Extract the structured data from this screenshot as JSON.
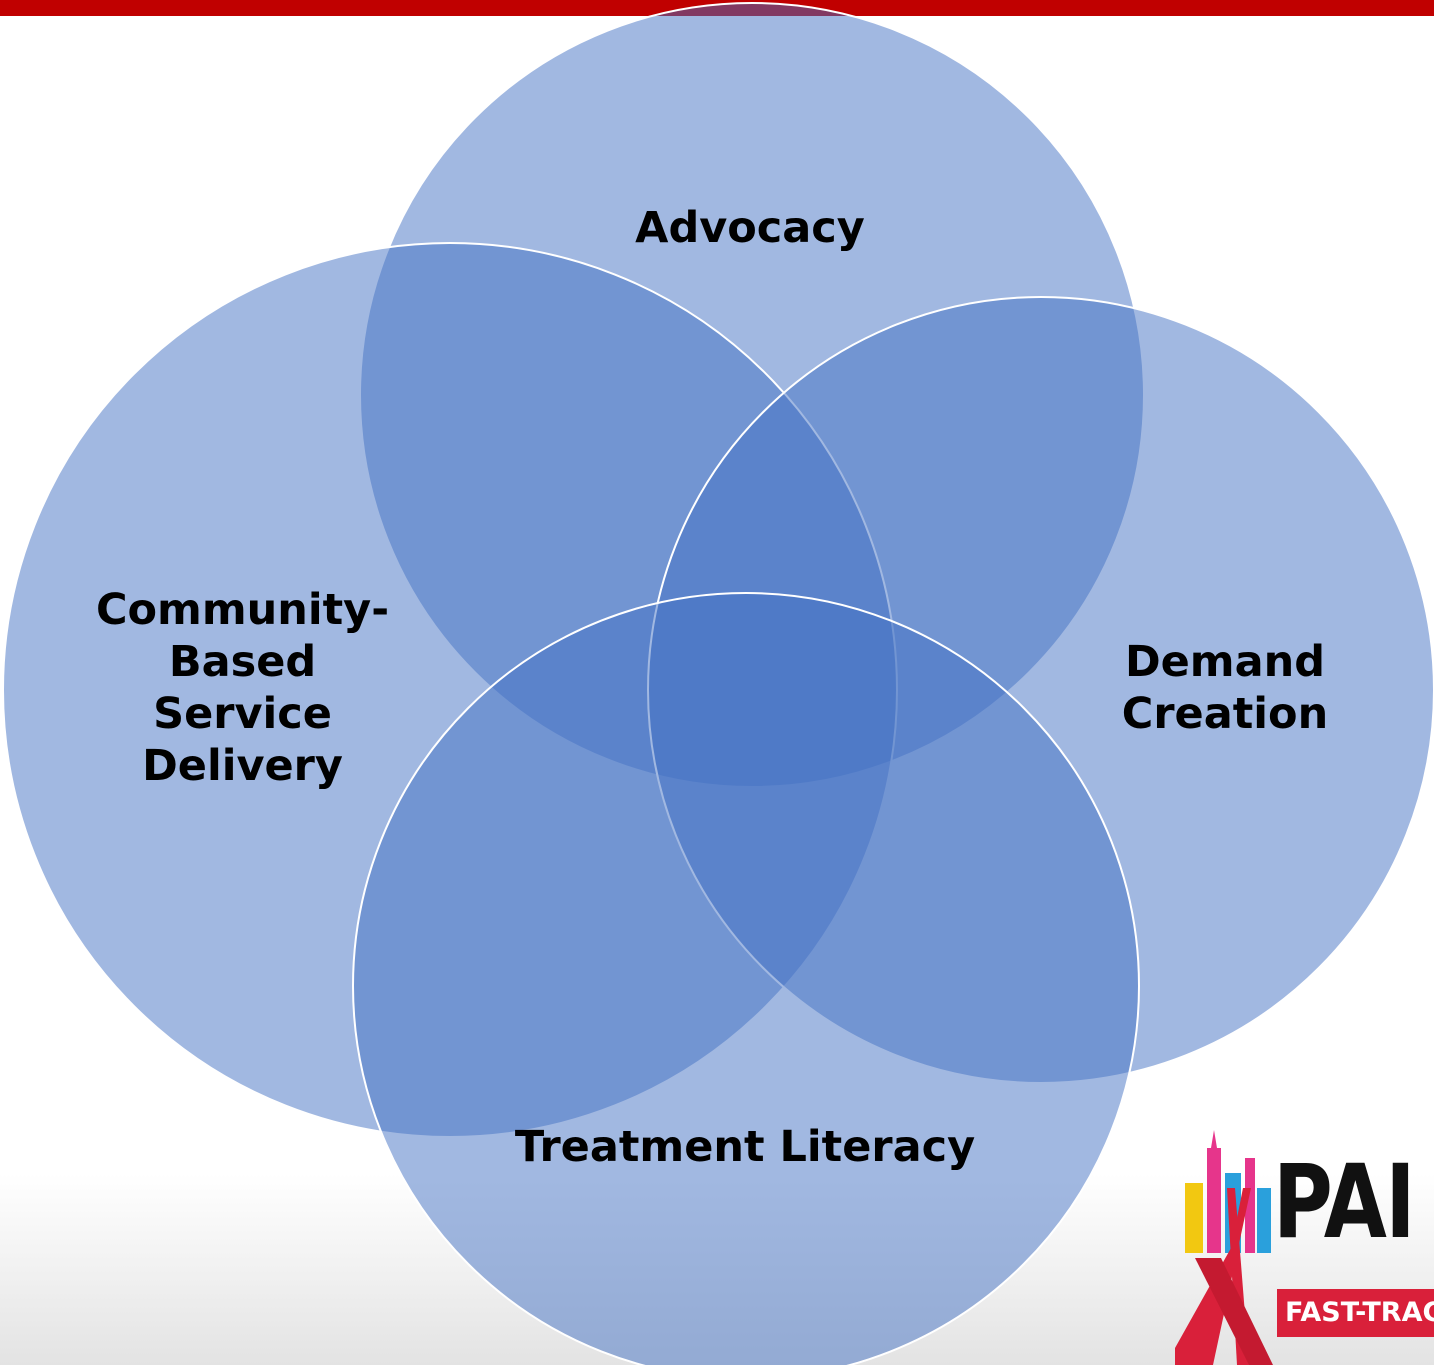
{
  "colors": {
    "banner": "#c00000",
    "circle_fill": "#4472c4",
    "circle_stroke": "#ffffff"
  },
  "diagram": {
    "circles": [
      {
        "id": "advocacy",
        "lines": [
          "Advocacy"
        ]
      },
      {
        "id": "community",
        "lines": [
          "Community-",
          "Based",
          "Service",
          "Delivery"
        ]
      },
      {
        "id": "demand",
        "lines": [
          "Demand",
          "Creation"
        ]
      },
      {
        "id": "treatment",
        "lines": [
          "Treatment Literacy"
        ]
      }
    ]
  },
  "logo": {
    "word": "PAI",
    "tag": "FAST-TRACK"
  }
}
